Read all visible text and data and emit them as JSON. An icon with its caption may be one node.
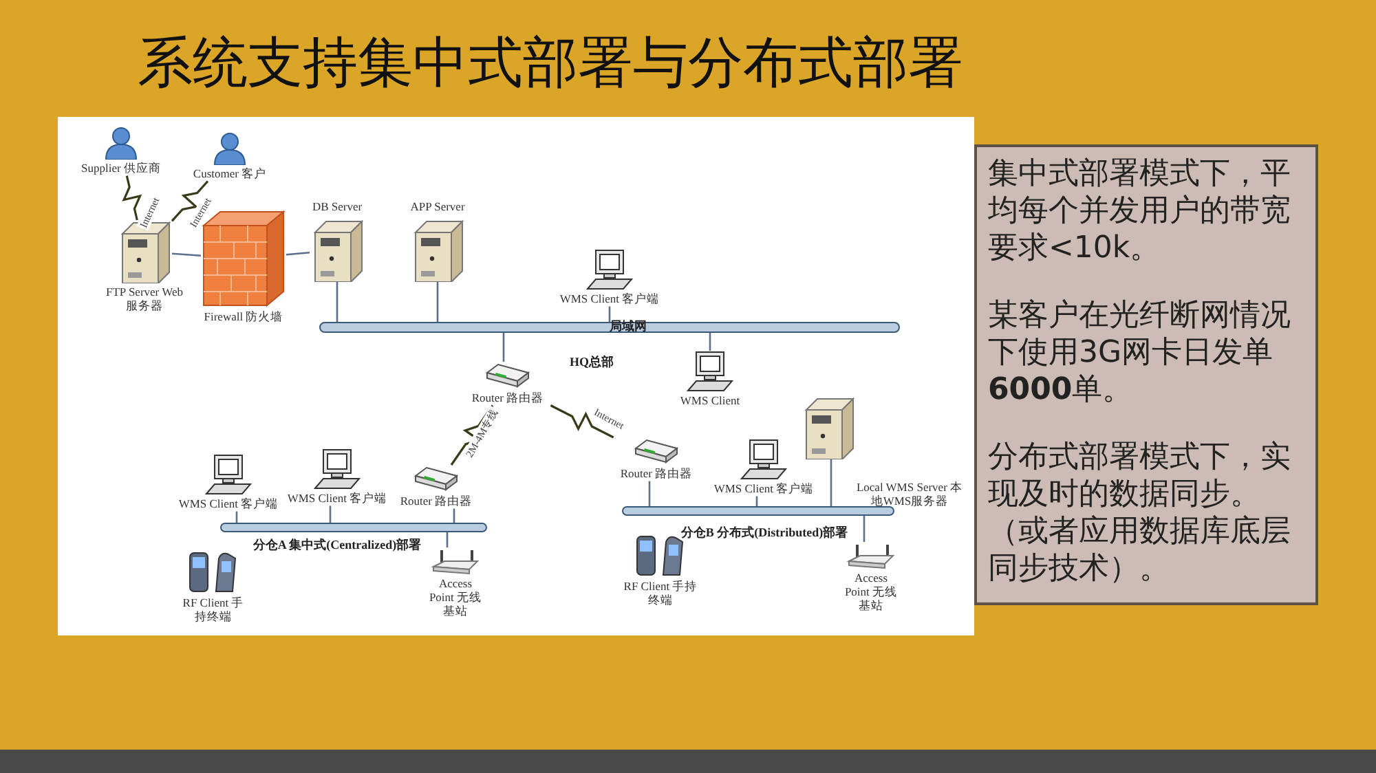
{
  "diagram": {
    "title": "系统支持集中式部署与分布式部署",
    "nodes": [
      {
        "text": [
          "Supplier 供应商"
        ]
      },
      {
        "text": [
          "Customer 客户"
        ]
      },
      {
        "text": [
          "FTP Server Web服务器"
        ]
      },
      {
        "text": [
          "Firewall 防火墙"
        ]
      },
      {
        "text": [
          "DB Server"
        ]
      },
      {
        "text": [
          "APP Server"
        ]
      },
      {
        "text": [
          "WMS Client 客户端"
        ]
      },
      {
        "text": [
          "局域网"
        ]
      },
      {
        "text": [
          "WMS Client"
        ]
      },
      {
        "text": [
          "Router 路由器"
        ]
      },
      {
        "text": [
          "WMS Client 客户端"
        ]
      },
      {
        "text": [
          "WMS Client 客户端"
        ]
      },
      {
        "text": [
          "Router 路由器"
        ]
      },
      {
        "text": [],
        "shape": "bar"
      },
      {
        "text": [
          "RF Client 手持终端"
        ]
      },
      {
        "text": [
          "Access Point 无线基站"
        ]
      },
      {
        "text": [
          "Router 路由器"
        ]
      },
      {
        "text": [
          "WMS Client 客户端"
        ]
      },
      {
        "text": [
          "Local WMS Server 本地WMS服务器"
        ]
      },
      {
        "text": [],
        "shape": "bar"
      },
      {
        "text": [
          "RF Client 手持终端"
        ]
      },
      {
        "text": [
          "Access Point 无线基站"
        ]
      },
      {
        "text": [
          "集中式部署模式下，平均每个并发用户的带宽要求<10k。",
          "某客户在光纤断网情况下使用3G网卡日发单**6000**单。",
          "分布式部署模式下，实现及时的数据同步。（或者应用数据库底层同步技术）。"
        ]
      }
    ],
    "edges": [
      {
        "from": 0,
        "to": 2,
        "arrow": "none",
        "label": "Internet",
        "color": "#3a3a1a"
      },
      {
        "from": 1,
        "to": 2,
        "arrow": "none",
        "label": "Internet",
        "color": "#3a3a1a"
      },
      {
        "from": 2,
        "to": 3,
        "arrow": "none"
      },
      {
        "from": 3,
        "to": 4,
        "arrow": "none"
      },
      {
        "from": 4,
        "to": 7,
        "arrow": "none"
      },
      {
        "from": 5,
        "to": 7,
        "arrow": "none"
      },
      {
        "from": 6,
        "to": 7,
        "arrow": "none"
      },
      {
        "from": 7,
        "to": 8,
        "arrow": "none"
      },
      {
        "from": 7,
        "to": 9,
        "arrow": "none"
      },
      {
        "from": 9,
        "to": 12,
        "arrow": "none",
        "label": "2M-4M专线",
        "color": "#3a3a1a"
      },
      {
        "from": 9,
        "to": 16,
        "arrow": "none",
        "label": "Internet",
        "color": "#3a3a1a"
      },
      {
        "from": 10,
        "to": 13,
        "arrow": "none"
      },
      {
        "from": 11,
        "to": 13,
        "arrow": "none"
      },
      {
        "from": 12,
        "to": 13,
        "arrow": "none"
      },
      {
        "from": 13,
        "to": 15,
        "arrow": "none"
      },
      {
        "from": 16,
        "to": 19,
        "arrow": "none"
      },
      {
        "from": 17,
        "to": 19,
        "arrow": "none"
      },
      {
        "from": 18,
        "to": 19,
        "arrow": "none"
      },
      {
        "from": 19,
        "to": 21,
        "arrow": "none"
      }
    ],
    "labels": [
      "HQ总部",
      "分仓A 集中式(Centralized)部署",
      "分仓B 分布式(Distributed)部署"
    ]
  }
}
